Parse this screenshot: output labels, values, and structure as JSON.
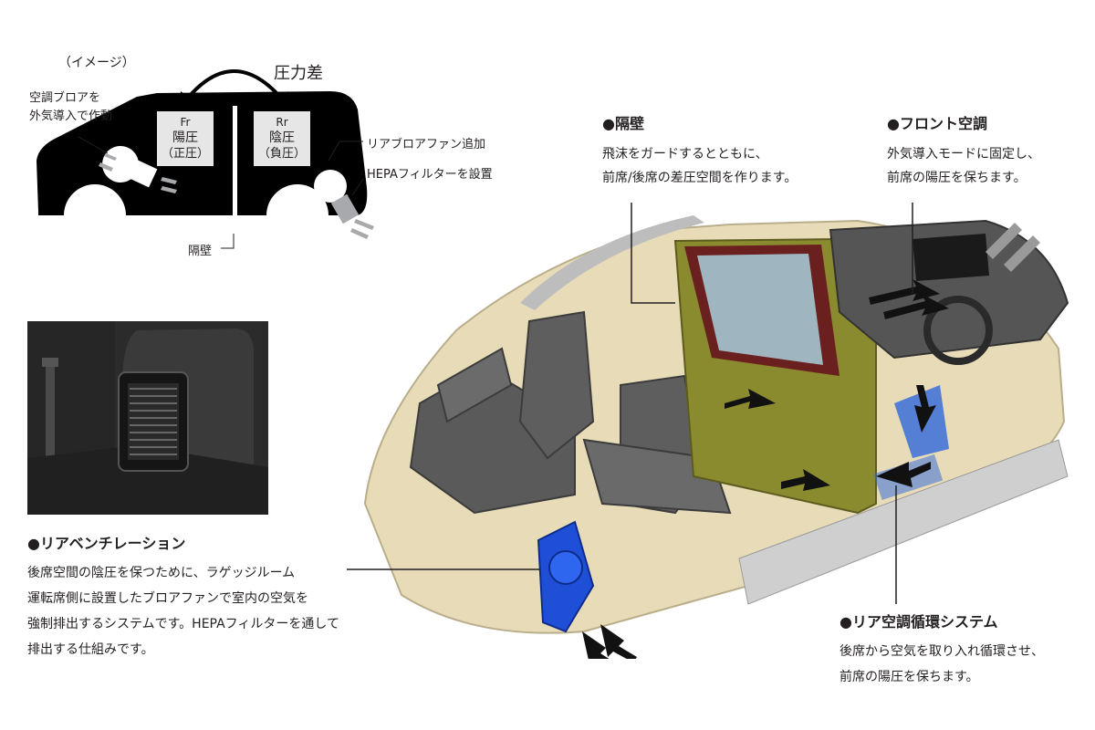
{
  "schematic": {
    "image_caption": "（イメージ）",
    "pressure_label": "圧力差",
    "front_box": [
      "Fr",
      "陽圧",
      "（正圧）"
    ],
    "rear_box": [
      "Rr",
      "陰圧",
      "（負圧）"
    ],
    "left_callout": [
      "空調ブロアを",
      "外気導入で作動"
    ],
    "rear_fan_label": "リアブロアファン追加",
    "hepa_label": "HEPAフィルターを設置",
    "partition_label": "隔壁"
  },
  "partition": {
    "title": "●隔壁",
    "lines": [
      "飛沫をガードするとともに、",
      "前席/後席の差圧空間を作ります。"
    ]
  },
  "front_ac": {
    "title": "●フロント空調",
    "lines": [
      "外気導入モードに固定し、",
      "前席の陽圧を保ちます。"
    ]
  },
  "rear_vent": {
    "title": "●リアベンチレーション",
    "lines": [
      "後席空間の陰圧を保つために、ラゲッジルーム",
      "運転席側に設置したブロアファンで室内の空気を",
      "強制排出するシステムです。HEPAフィルターを通して",
      "排出する仕組みです。"
    ]
  },
  "rear_ac": {
    "title": "●リア空調循環システム",
    "lines": [
      "後席から空気を取り入れ循環させ、",
      "前席の陽圧を保ちます。"
    ]
  },
  "colors": {
    "text": "#231f20",
    "silhouette": "#000000",
    "box_fill": "#e6e6e6",
    "airflow_gray": "#a7a9ac",
    "partition_olive": "#8a8a2e",
    "window_frame": "#6b2020",
    "blower_blue": "#1f4fd6",
    "floor_beige": "#e8dcb8"
  }
}
